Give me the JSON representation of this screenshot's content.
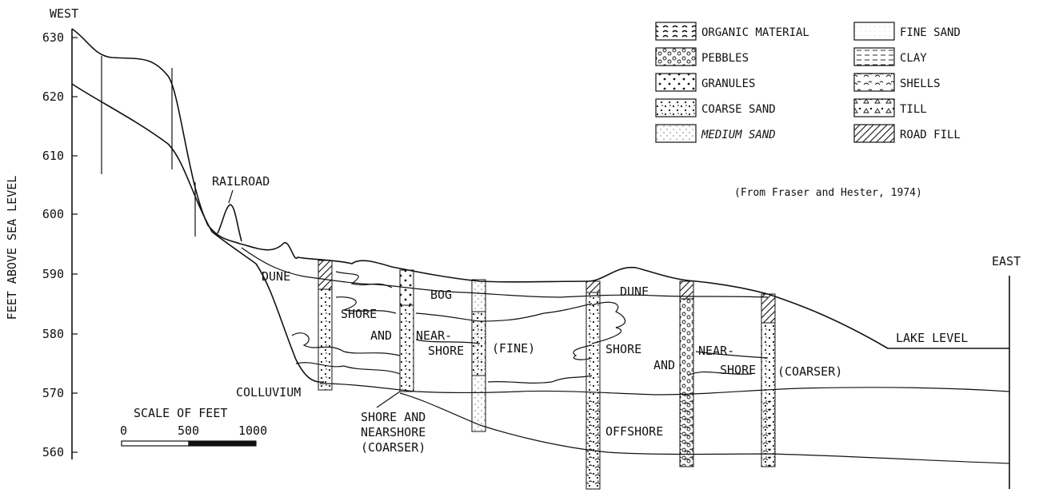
{
  "diagram": {
    "west_label": "WEST",
    "east_label": "EAST",
    "y_axis_title": "FEET ABOVE SEA LEVEL",
    "y_ticks": [
      "630",
      "620",
      "610",
      "600",
      "590",
      "580",
      "570",
      "560"
    ],
    "labels": {
      "railroad": "RAILROAD",
      "dune_left": "DUNE",
      "dune_right": "DUNE",
      "bog": "BOG",
      "shore1": "SHORE",
      "and1": "AND",
      "nearshore1": "NEAR-",
      "shore_fine": "SHORE",
      "fine": "(FINE)",
      "shore2": "SHORE",
      "and2": "AND",
      "nearshore2": "NEAR-",
      "shore_coarser": "SHORE",
      "coarser": "(COARSER)",
      "lake_level": "LAKE LEVEL",
      "colluvium": "COLLUVIUM",
      "offshore": "OFFSHORE",
      "shore_nearshore_1": "SHORE AND",
      "shore_nearshore_2": "NEARSHORE",
      "shore_nearshore_3": "(COARSER)"
    },
    "scale": {
      "title": "SCALE OF FEET",
      "ticks": [
        "0",
        "500",
        "1000"
      ]
    },
    "legend": [
      {
        "key": "organic",
        "label": "ORGANIC MATERIAL"
      },
      {
        "key": "pebbles",
        "label": "PEBBLES"
      },
      {
        "key": "granules",
        "label": "GRANULES"
      },
      {
        "key": "coarse_sand",
        "label": "COARSE SAND"
      },
      {
        "key": "medium_sand",
        "label": "MEDIUM SAND"
      },
      {
        "key": "fine_sand",
        "label": "FINE SAND"
      },
      {
        "key": "clay",
        "label": "CLAY"
      },
      {
        "key": "shells",
        "label": "SHELLS"
      },
      {
        "key": "till",
        "label": "TILL"
      },
      {
        "key": "road_fill",
        "label": "ROAD FILL"
      }
    ],
    "credit": "(From Fraser and Hester, 1974)"
  }
}
